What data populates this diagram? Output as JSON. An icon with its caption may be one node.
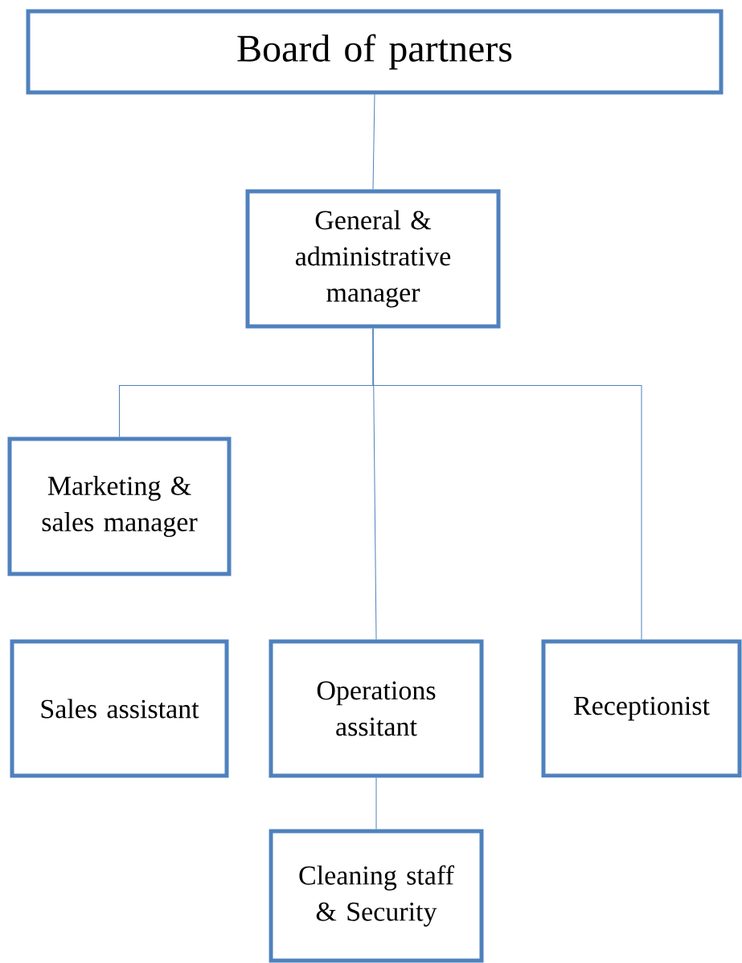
{
  "diagram": {
    "nodes": [
      {
        "text": [
          "Board of partners"
        ]
      },
      {
        "text": [
          "General & administrative manager"
        ]
      },
      {
        "text": [
          "Marketing & sales manager"
        ]
      },
      {
        "text": [
          "Sales assistant"
        ]
      },
      {
        "text": [
          "Operations assitant"
        ]
      },
      {
        "text": [
          "Receptionist"
        ]
      },
      {
        "text": [
          "Cleaning staff & Security"
        ]
      }
    ],
    "edges": [
      {
        "from": 0,
        "to": 1,
        "arrow": "none"
      },
      {
        "from": 1,
        "to": 2,
        "arrow": "none"
      },
      {
        "from": 1,
        "to": 4,
        "arrow": "none"
      },
      {
        "from": 1,
        "to": 5,
        "arrow": "none"
      },
      {
        "from": 4,
        "to": 6,
        "arrow": "none"
      }
    ]
  }
}
